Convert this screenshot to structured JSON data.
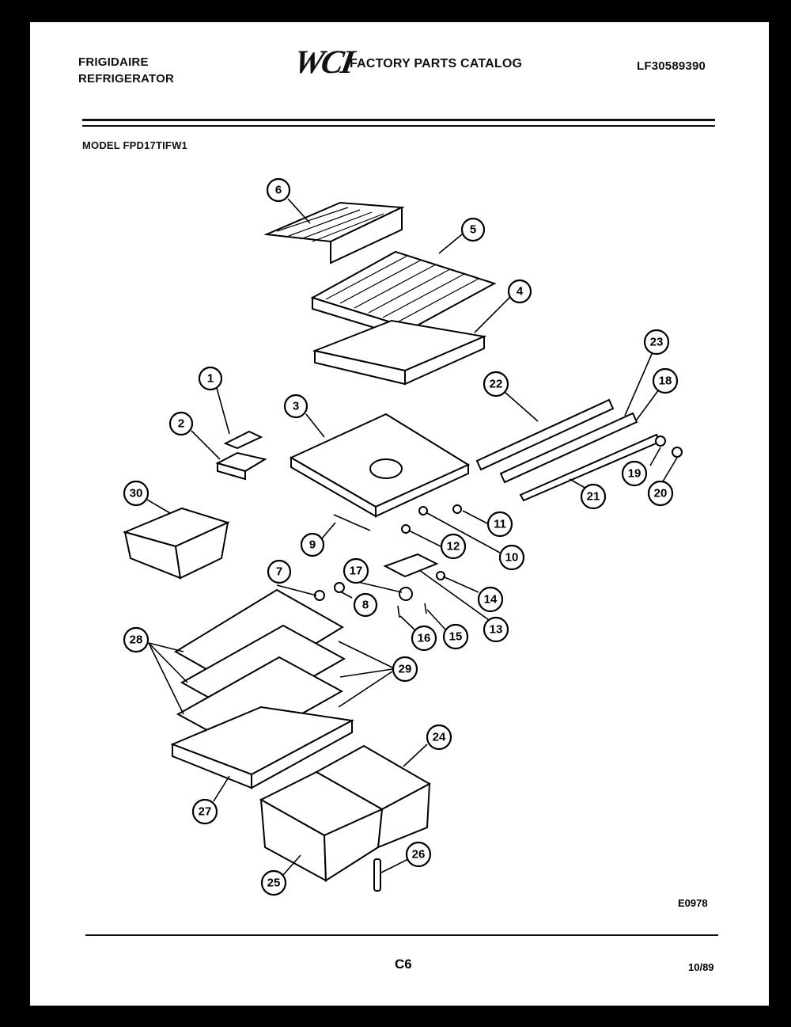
{
  "header": {
    "brand_line1": "FRIGIDAIRE",
    "brand_line2": "REFRIGERATOR",
    "logo": "WCI",
    "catalog_title": "FACTORY PARTS CATALOG",
    "part_number": "LF30589390",
    "model": "MODEL FPD17TIFW1"
  },
  "diagram": {
    "callouts": [
      "1",
      "2",
      "3",
      "4",
      "5",
      "6",
      "7",
      "8",
      "9",
      "10",
      "11",
      "12",
      "13",
      "14",
      "15",
      "16",
      "17",
      "18",
      "19",
      "20",
      "21",
      "22",
      "23",
      "24",
      "25",
      "26",
      "27",
      "28",
      "29",
      "30"
    ],
    "code": "E0978"
  },
  "footer": {
    "page": "C6",
    "date": "10/89"
  }
}
